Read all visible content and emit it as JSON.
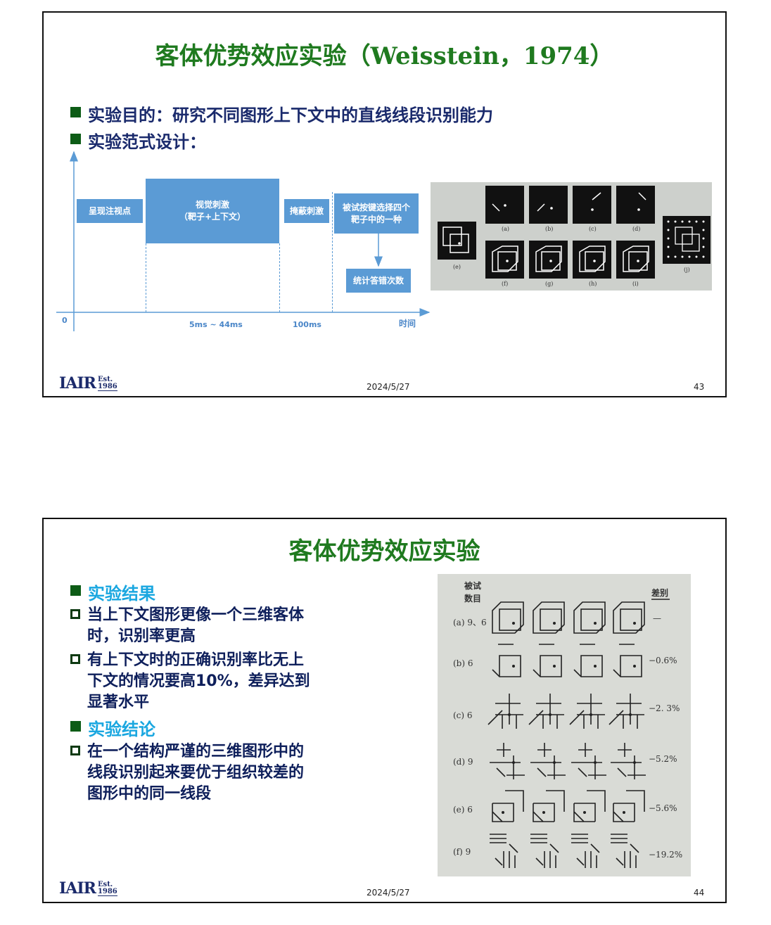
{
  "slide1": {
    "title_cn": "客体优势效应实验",
    "title_paren_open": "（",
    "title_latin": "Weisstein，1974",
    "title_paren_close": "）",
    "bullet1": "实验目的：研究不同图形上下文中的直线线段识别能力",
    "bullet2": "实验范式设计：",
    "timeline": {
      "box_fixation": "呈现注视点",
      "box_stimulus_line1": "视觉刺激",
      "box_stimulus_line2": "（靶子+上下文）",
      "box_mask": "掩蔽刺激",
      "box_response_line1": "被试按键选择四个",
      "box_response_line2": "靶子中的一种",
      "box_count": "统计答错次数",
      "origin": "0",
      "dur_stimulus": "5ms ~ 44ms",
      "dur_mask": "100ms",
      "axis_label": "时间"
    },
    "stimuli_labels": [
      "(a)",
      "(b)",
      "(c)",
      "(d)",
      "(e)",
      "(f)",
      "(g)",
      "(h)",
      "(i)",
      "(j)"
    ],
    "date": "2024/5/27",
    "page": "43"
  },
  "slide2": {
    "title": "客体优势效应实验",
    "heading_results": "实验结果",
    "result1_line1": "当上下文图形更像一个三维客体",
    "result1_line2": "时，识别率更高",
    "result2_line1": "有上下文时的正确识别率比无上",
    "result2_line2": "下文的情况要高10%，差异达到",
    "result2_line3": "显著水平",
    "heading_conclusion": "实验结论",
    "conclusion_line1": "在一个结构严谨的三维图形中的",
    "conclusion_line2": "线段识别起来要优于组织较差的",
    "conclusion_line3": "图形中的同一线段",
    "table": {
      "col_subjects_line1": "被试",
      "col_subjects_line2": "数目",
      "col_diff": "差别",
      "rows": [
        {
          "label": "(a) 9、6",
          "diff": "—"
        },
        {
          "label": "(b) 6",
          "diff": "−0.6%"
        },
        {
          "label": "(c) 6",
          "diff": "−2. 3%"
        },
        {
          "label": "(d) 9",
          "diff": "−5.2%"
        },
        {
          "label": "(e) 6",
          "diff": "−5.6%"
        },
        {
          "label": "(f) 9",
          "diff": "−19.2%"
        }
      ]
    },
    "date": "2024/5/27",
    "page": "44"
  },
  "logo": {
    "text": "IAIR",
    "est_line1": "Est.",
    "est_line2": "1986"
  },
  "colors": {
    "title_green": "#1f7a1f",
    "bullet_navy": "#1a2a6c",
    "heading_cyan": "#1aa7e0",
    "timeline_blue": "#5b9bd5"
  }
}
